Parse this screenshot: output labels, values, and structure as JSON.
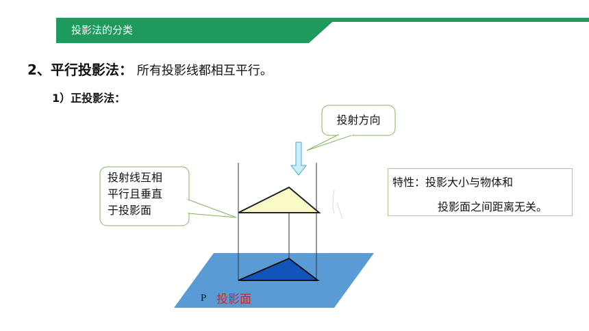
{
  "header": {
    "title": "投影法的分类"
  },
  "section": {
    "heading": "2、平行投影法：",
    "description": "所有投影线都相互平行。"
  },
  "subsection": {
    "heading": "1）正投影法："
  },
  "callouts": {
    "direction": "投射方向",
    "rays_lines": [
      "投射线互相",
      "平行且垂直",
      "于投影面"
    ]
  },
  "property": {
    "line1": "特性：投影大小与物体和",
    "line2": "投影面之间距离无关。"
  },
  "plane": {
    "letter": "P",
    "label": "投影面"
  },
  "icons": {
    "arrow": "down-arrow-icon"
  },
  "colors": {
    "header": "#1e9a5c",
    "plane": "#5b9bd5",
    "object": "#fafac8",
    "projection": "#1155bb",
    "arrow": "#c8eef8",
    "callout_border": "#7fb55a",
    "plane_label": "#e02020"
  }
}
